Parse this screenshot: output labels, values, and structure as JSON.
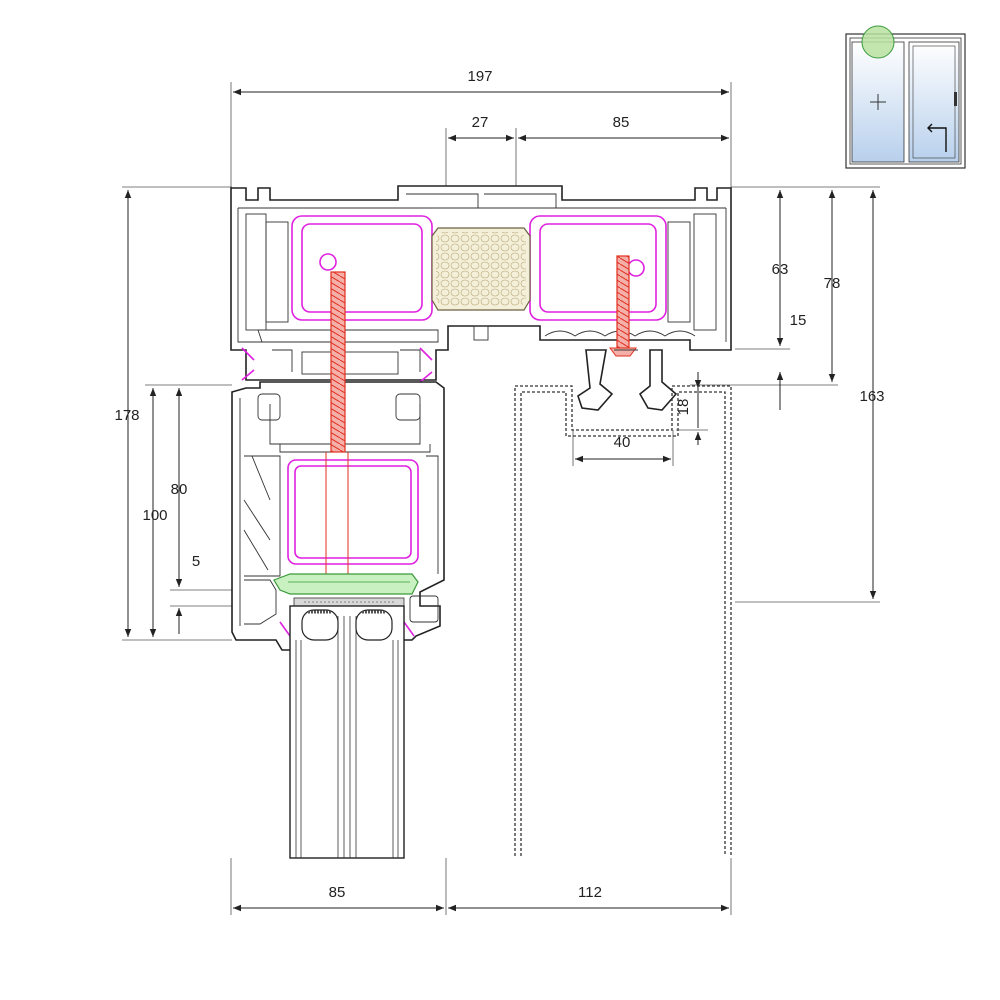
{
  "dimensions": {
    "overall_width": "197",
    "top_27": "27",
    "top_85": "85",
    "right_63": "63",
    "right_78": "78",
    "right_163": "163",
    "right_15": "15",
    "rail_18": "18",
    "rail_40": "40",
    "left_178": "178",
    "left_100": "100",
    "left_80": "80",
    "left_5": "5",
    "bottom_85": "85",
    "bottom_112": "112"
  },
  "colors": {
    "profile_line": "#222222",
    "reinforcement": "#e020e0",
    "screw": "#e03020",
    "gasket": "#3a9a3a",
    "thermal_break": "#f3efd8",
    "glass_tint": "#b8d0ec",
    "marker_circle": "#b8e0a0"
  },
  "icons": {
    "fixed_pane": "plus-icon",
    "sliding_pane": "slide-arrow-icon",
    "handle": "handle-icon",
    "marker": "highlight-circle-icon"
  }
}
